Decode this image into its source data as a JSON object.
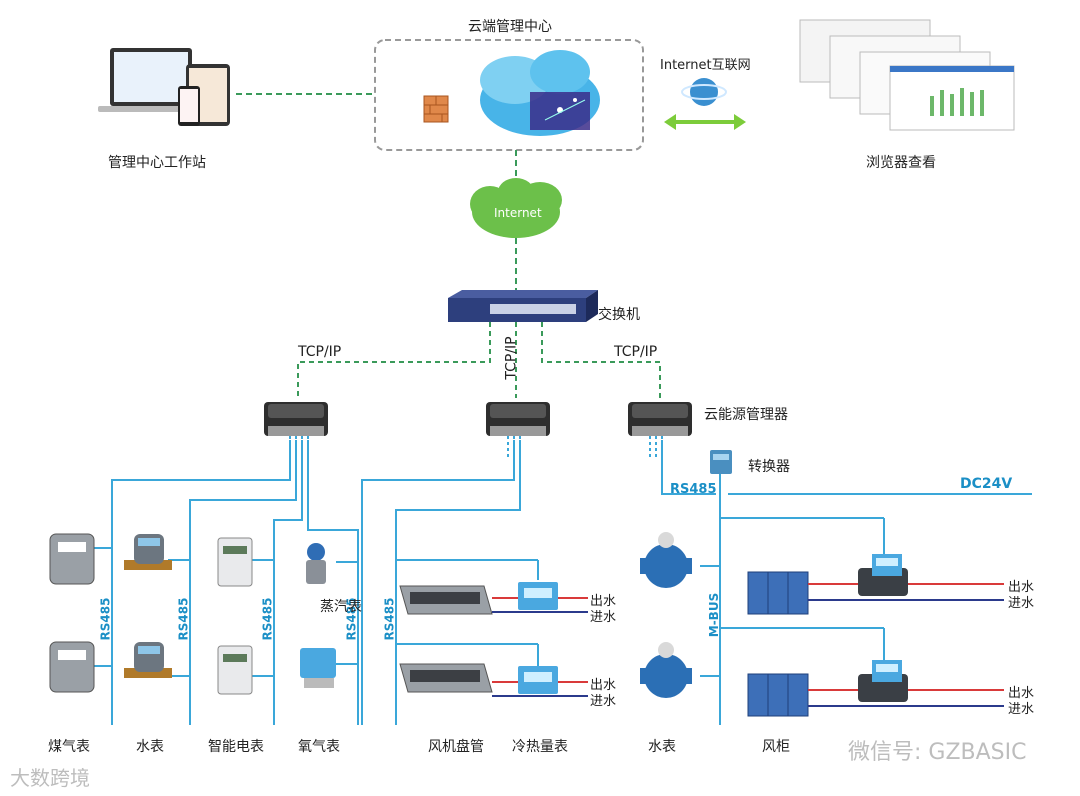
{
  "cloud_center": {
    "title": "云端管理中心"
  },
  "internet_link": {
    "label": "Internet互联网"
  },
  "workstation": {
    "label": "管理中心工作站"
  },
  "browser": {
    "label": "浏览器查看"
  },
  "internet_cloud": {
    "label": "Internet"
  },
  "switch": {
    "label": "交换机"
  },
  "links": {
    "tcp_left": "TCP/IP",
    "tcp_mid": "TCP/IP",
    "tcp_right": "TCP/IP"
  },
  "manager": {
    "label": "云能源管理器"
  },
  "converter": {
    "label": "转换器",
    "rs485": "RS485",
    "power": "DC24V"
  },
  "buses": {
    "rs485_1": "RS485",
    "rs485_2": "RS485",
    "rs485_3": "RS485",
    "rs485_4": "RS485",
    "rs485_5": "RS485",
    "mbus": "M-BUS"
  },
  "devices": {
    "gas_meter": "煤气表",
    "water_meter": "水表",
    "smart_meter": "智能电表",
    "steam_meter": "蒸汽表",
    "oxygen_meter": "氧气表",
    "fan_coil": "风机盘管",
    "heat_meter": "冷热量表",
    "water_meter_2": "水表",
    "air_cabinet": "风柜"
  },
  "pipes": {
    "out1": "出水",
    "in1": "进水",
    "out2": "出水",
    "in2": "进水",
    "out3": "出水",
    "in3": "进水",
    "out4": "出水",
    "in4": "进水"
  },
  "watermarks": {
    "left": "大数跨境",
    "right": "微信号: GZBASIC"
  },
  "colors": {
    "bus_blue": "#3aa7d9",
    "link_green": "#3a9a5a",
    "cloud_green": "#6cc04a",
    "switch_blue": "#2d3f7d",
    "hot_pipe": "#d93a3a",
    "cold_pipe": "#2b3a8c"
  }
}
